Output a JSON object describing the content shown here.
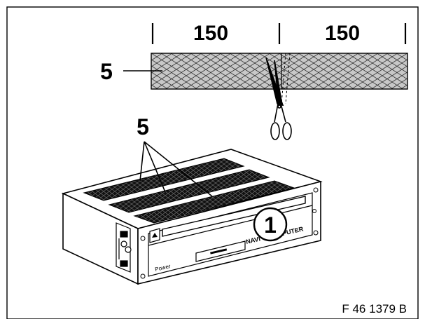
{
  "diagram": {
    "dimension_left": "150",
    "dimension_right": "150",
    "callout_strip": "5",
    "callout_unit_top": "5",
    "callout_unit_front": "1",
    "device_text_navi": "NAVI",
    "device_text_computer": "PUTER",
    "device_text_power": "Power",
    "figure_code": "F 46 1379 B"
  },
  "colors": {
    "ink": "#000000",
    "strip_fill": "#c8c8c8",
    "paper": "#ffffff"
  }
}
